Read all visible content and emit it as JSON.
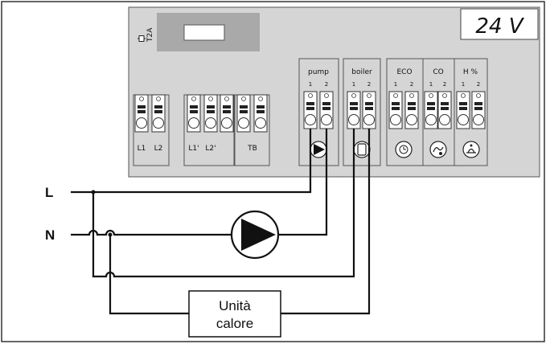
{
  "fuse_rating": "T2A",
  "voltage": "24 V",
  "terminal_groups": {
    "l1": "L1",
    "l2": "L2",
    "l1p": "L1'",
    "l2p": "L2'",
    "tb": "TB",
    "pump": "pump",
    "boiler": "boiler",
    "eco": "ECO",
    "co": "CO",
    "h": "H %"
  },
  "pin_numbers": {
    "one": "1",
    "two": "2"
  },
  "lines": {
    "l": "L",
    "n": "N"
  },
  "heat_unit": {
    "line1": "Unità",
    "line2": "calore"
  },
  "icons": {
    "pump": "pump-symbol-icon",
    "boiler": "boiler-icon",
    "eco": "clock-icon",
    "co": "co-sensor-icon",
    "h": "humidity-icon"
  },
  "colors": {
    "panel": "#d5d5d5",
    "fuse_block": "#a9a9a9",
    "line": "#111111"
  }
}
